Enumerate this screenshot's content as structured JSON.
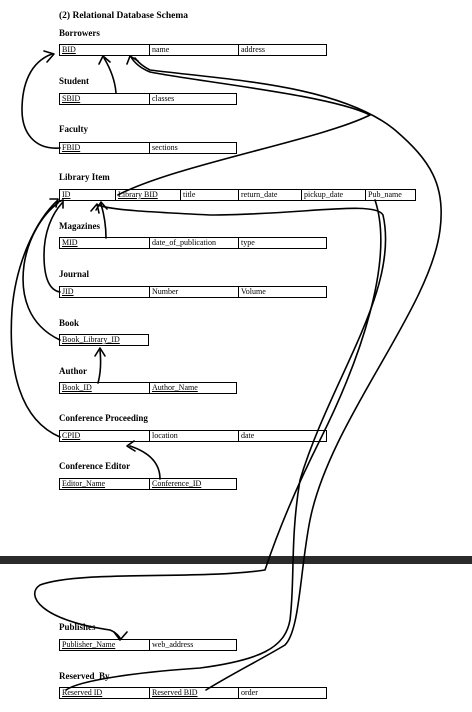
{
  "title": "(2) Relational Database Schema",
  "tables": {
    "borrowers": {
      "name": "Borrowers",
      "fields": [
        "BID",
        "name",
        "address"
      ]
    },
    "student": {
      "name": "Student",
      "fields": [
        "SBID",
        "classes"
      ]
    },
    "faculty": {
      "name": "Faculty",
      "fields": [
        "FBID",
        "sections"
      ]
    },
    "library_item": {
      "name": "Library Item",
      "fields": [
        "ID",
        "Library BID",
        "title",
        "return_date",
        "pickup_date",
        "Pub_name"
      ]
    },
    "magazines": {
      "name": "Magazines",
      "fields": [
        "MID",
        "date_of_publication",
        "type"
      ]
    },
    "journal": {
      "name": "Journal",
      "fields": [
        "JID",
        "Number",
        "Volume"
      ]
    },
    "book": {
      "name": "Book",
      "fields": [
        "Book_Library_ID"
      ]
    },
    "author": {
      "name": "Author",
      "fields": [
        "Book_ID",
        "Author_Name"
      ]
    },
    "conference_proceeding": {
      "name": "Conference Proceeding",
      "fields": [
        "CPID",
        "location",
        "date"
      ]
    },
    "conference_editor": {
      "name": "Conference Editor",
      "fields": [
        "Editor_Name",
        "Conference_ID"
      ]
    },
    "publishes": {
      "name": "Publishes",
      "fields": [
        "Publisher_Name",
        "web_address"
      ]
    },
    "reserved_by": {
      "name": "Reserved_By",
      "fields": [
        "Reserved ID",
        "Reserved BID",
        "order"
      ]
    }
  }
}
